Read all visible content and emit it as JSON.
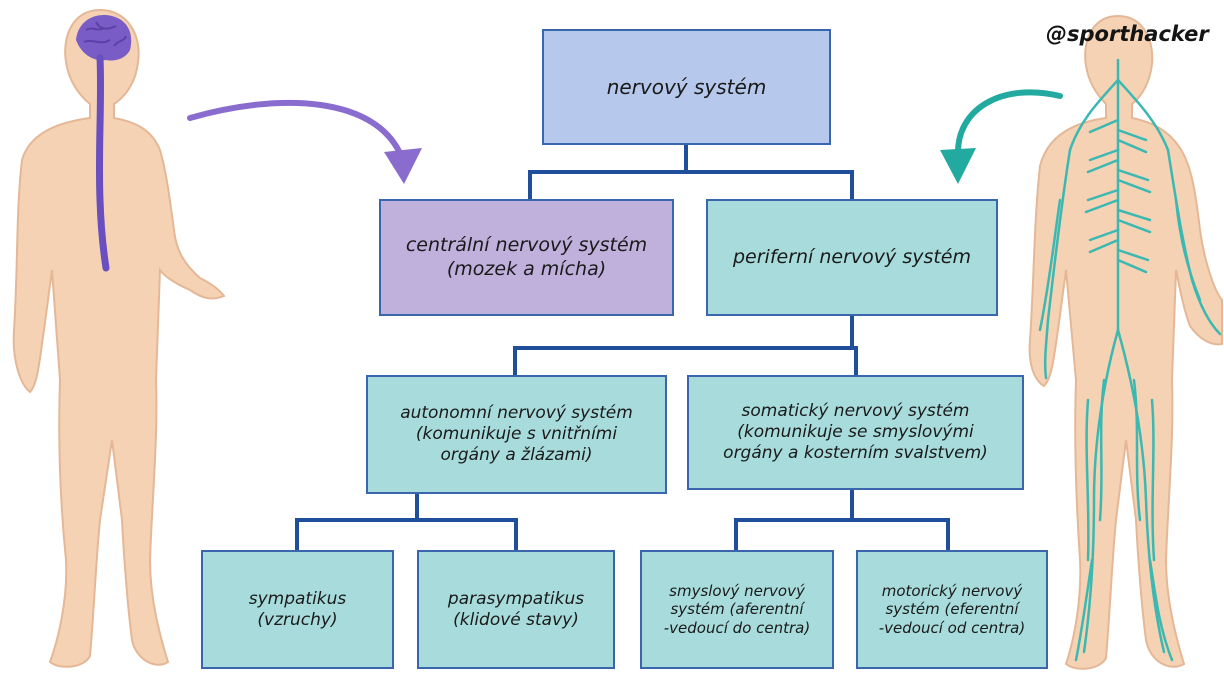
{
  "watermark": "@sporthacker",
  "nodes": {
    "root": {
      "lines": [
        "nervový systém"
      ]
    },
    "cns": {
      "lines": [
        "centrální nervový systém",
        "(mozek a mícha)"
      ]
    },
    "pns": {
      "lines": [
        "periferní nervový systém"
      ]
    },
    "ans": {
      "lines": [
        "autonomní nervový systém",
        "(komunikuje s vnitřními",
        "orgány a žlázami)"
      ]
    },
    "sns": {
      "lines": [
        "somatický nervový systém",
        "(komunikuje se smyslovými",
        "orgány a kosterním svalstvem)"
      ]
    },
    "sympathetic": {
      "lines": [
        "sympatikus",
        "(vzruchy)"
      ]
    },
    "parasympathetic": {
      "lines": [
        "parasympatikus",
        "(klidové stavy)"
      ]
    },
    "sensory": {
      "lines": [
        "smyslový nervový",
        "systém (aferentní",
        "-vedoucí do centra)"
      ]
    },
    "motor": {
      "lines": [
        "motorický nervový",
        "systém (eferentní",
        "-vedoucí od centra)"
      ]
    }
  },
  "colors": {
    "root_fill": "#b6c8ec",
    "cns_fill": "#bfb0dc",
    "other_fill": "#a8dcdc",
    "border": "#3a66ad",
    "connector": "#1f4f9a",
    "cns_arrow": "#8a6ccf",
    "pns_arrow": "#22aaa0",
    "skin": "#f5d2b4",
    "brain": "#7a5cc6",
    "nerves": "#3cb8b2"
  },
  "illustrations": {
    "left": "human-figure-central-nervous-system",
    "right": "human-figure-peripheral-nervous-system"
  }
}
